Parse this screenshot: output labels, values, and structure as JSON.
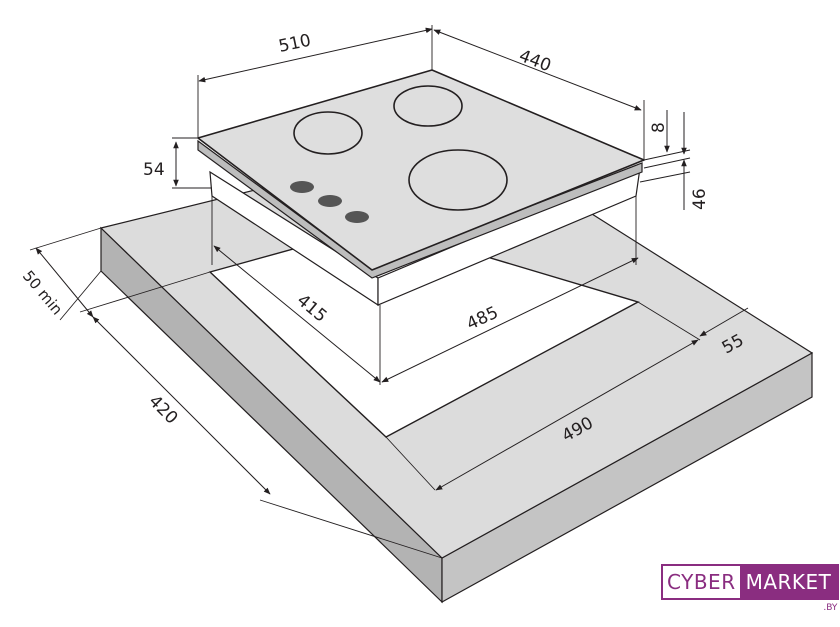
{
  "dimensions": {
    "width_top": "510",
    "depth_top": "440",
    "height_total": "54",
    "top_thickness": "8",
    "body_height": "46",
    "cutout_depth": "415",
    "cutout_width": "485",
    "counter_depth": "420",
    "counter_width": "490",
    "edge_min": "50 min",
    "edge_right": "55"
  },
  "logo": {
    "part1": "CYBER",
    "part2": "MARKET",
    "suffix": ".BY"
  },
  "colors": {
    "countertop_top": "#dcdcdc",
    "countertop_side": "#b3b3b3",
    "hob": "#dedede",
    "knob": "#555555",
    "brand": "#8a2d80"
  }
}
